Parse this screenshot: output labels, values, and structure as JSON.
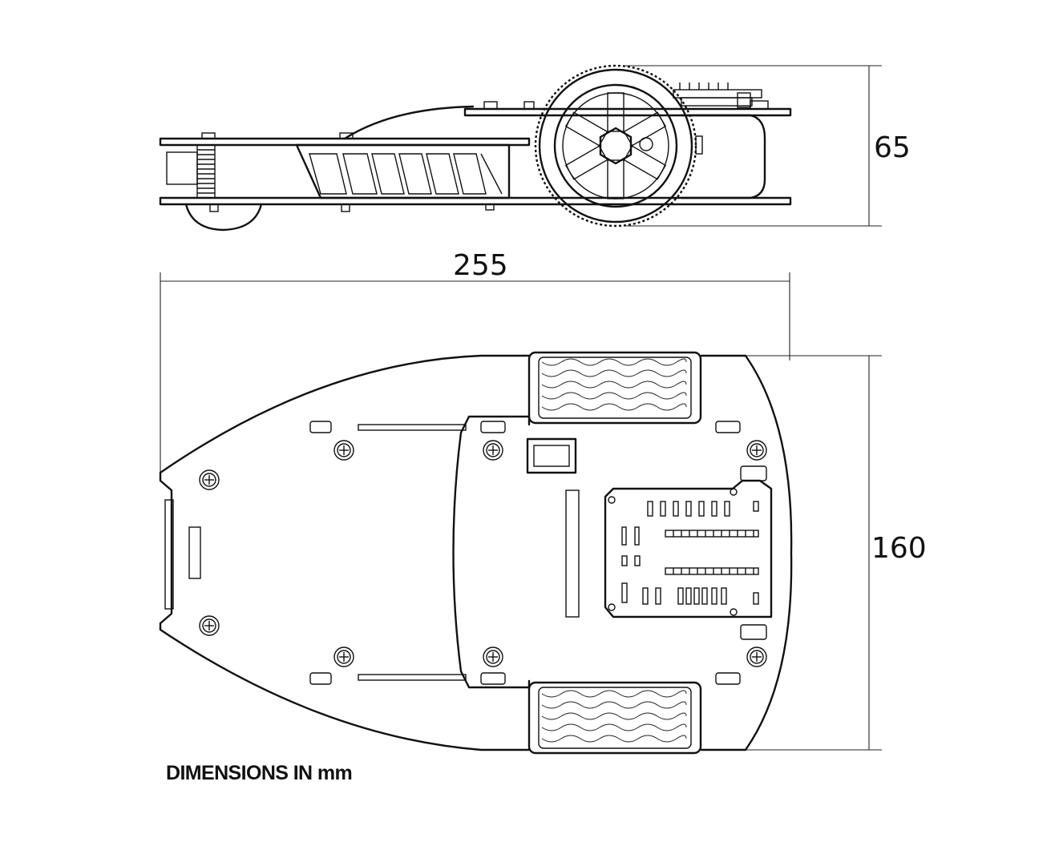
{
  "dimensions": {
    "height": "65",
    "length": "255",
    "width": "160"
  },
  "note": "DIMENSIONS IN mm",
  "views": [
    "side-view",
    "top-view"
  ]
}
